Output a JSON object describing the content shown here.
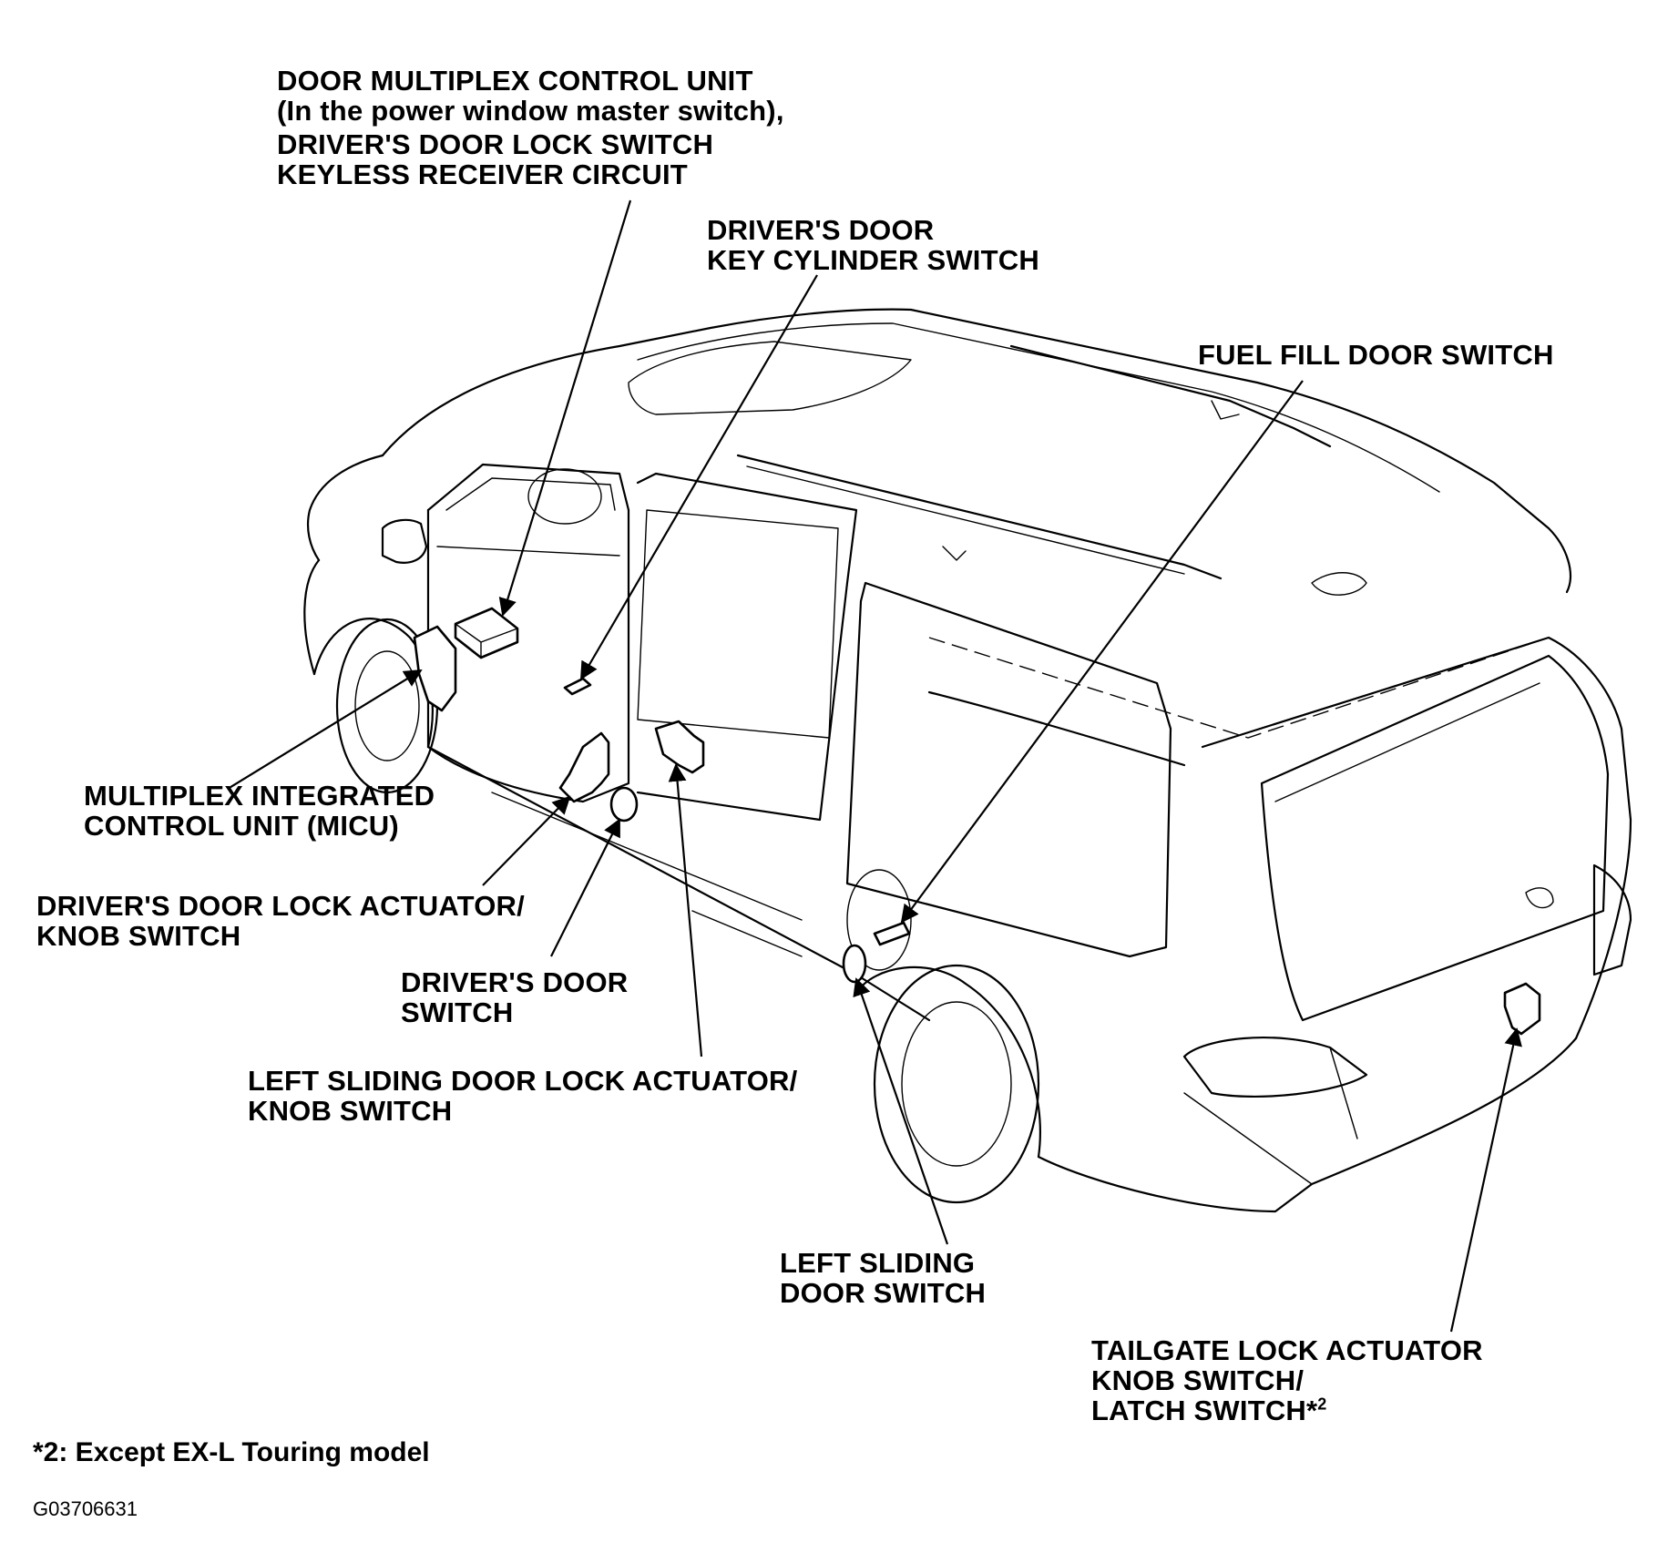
{
  "diagram": {
    "callouts": {
      "door_multiplex": {
        "lines": [
          "DOOR MULTIPLEX CONTROL UNIT",
          "(In the power window master switch),",
          "DRIVER'S DOOR LOCK SWITCH",
          "KEYLESS RECEIVER CIRCUIT"
        ]
      },
      "key_cylinder": {
        "lines": [
          "DRIVER'S DOOR",
          "KEY CYLINDER SWITCH"
        ]
      },
      "fuel_fill": {
        "lines": [
          "FUEL FILL DOOR SWITCH"
        ]
      },
      "micu": {
        "lines": [
          "MULTIPLEX INTEGRATED",
          "CONTROL UNIT (MICU)"
        ]
      },
      "driver_lock_actuator": {
        "lines": [
          "DRIVER'S DOOR LOCK ACTUATOR/",
          "KNOB SWITCH"
        ]
      },
      "driver_door_switch": {
        "lines": [
          "DRIVER'S DOOR",
          "SWITCH"
        ]
      },
      "sliding_lock_actuator": {
        "lines": [
          "LEFT SLIDING DOOR LOCK ACTUATOR/",
          "KNOB SWITCH"
        ]
      },
      "sliding_door_switch": {
        "lines": [
          "LEFT SLIDING",
          "DOOR SWITCH"
        ]
      },
      "tailgate": {
        "lines": [
          "TAILGATE LOCK ACTUATOR",
          "KNOB SWITCH/",
          "LATCH SWITCH*"
        ],
        "superscript": "2"
      }
    },
    "footnote": "*2: Except EX-L Touring model",
    "figure_id": "G03706631"
  }
}
